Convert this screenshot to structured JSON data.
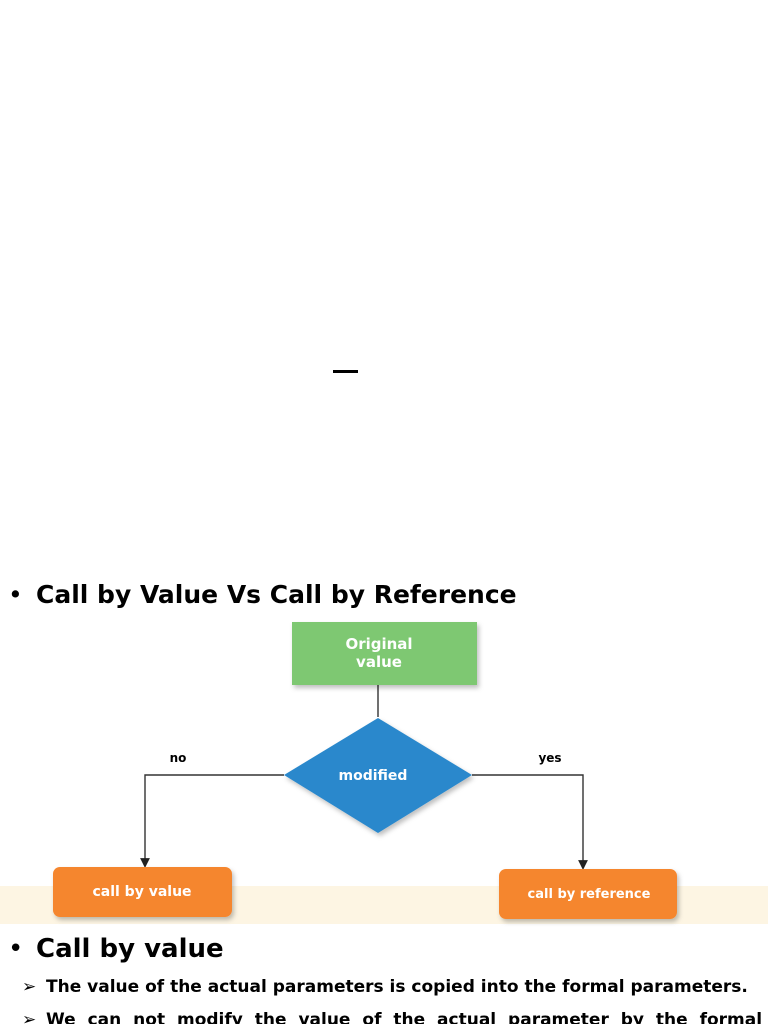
{
  "title_mark": "–",
  "section1": {
    "bullet": "•",
    "heading": "Call by Value Vs Call by Reference"
  },
  "diagram": {
    "start_node": {
      "line1": "Original",
      "line2": "value"
    },
    "decision_node": "modified",
    "branch_no": "no",
    "branch_yes": "yes",
    "left_result": "call by value",
    "right_result": "call by reference",
    "colors": {
      "start_fill": "#7ec872",
      "decision_fill": "#2a88cc",
      "result_fill": "#f5862d",
      "connector": "#333333",
      "band": "#fdf5e3"
    }
  },
  "section2": {
    "bullet": "•",
    "heading": "Call by value",
    "points": [
      {
        "arrow": "➢",
        "text": "The value of the actual parameters is copied into the formal parameters."
      },
      {
        "arrow": "➢",
        "text": "We can not modify the value of the actual parameter by the formal"
      }
    ]
  }
}
